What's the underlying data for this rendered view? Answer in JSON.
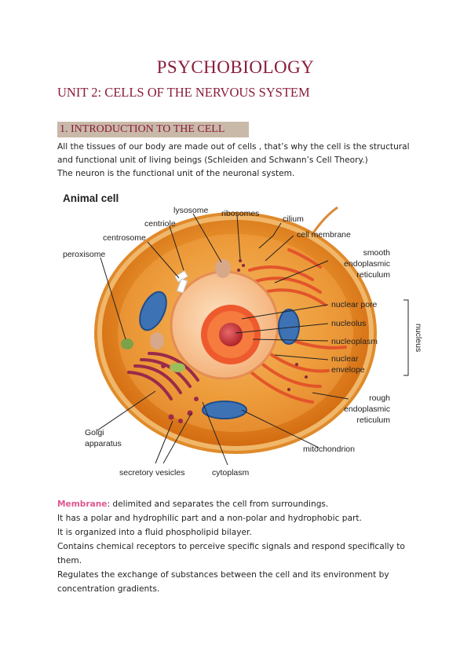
{
  "doc": {
    "title": "PSYCHOBIOLOGY",
    "unit": "UNIT 2: CELLS OF THE NERVOUS SYSTEM",
    "section": "1. INTRODUCTION TO THE CELL",
    "intro": [
      "All the tissues of our body are made out of cells , that’s why the cell is the structural",
      "and functional unit of living beings (Schleiden and Schwann’s Cell Theory.)",
      "The neuron is the functional unit of the neuronal system."
    ]
  },
  "figure": {
    "title": "Animal cell",
    "labels": {
      "lysosome": "lysosome",
      "ribosomes": "ribosomes",
      "cilium": "cilium",
      "centriole": "centriole",
      "cell_membrane": "cell membrane",
      "centrosome": "centrosome",
      "peroxisome": "peroxisome",
      "smooth1": "smooth",
      "smooth2": "endoplasmic",
      "smooth3": "reticulum",
      "nuclear_pore": "nuclear pore",
      "nucleolus": "nucleolus",
      "nucleoplasm": "nucleoplasm",
      "nuclear_envelope1": "nuclear",
      "nuclear_envelope2": "envelope",
      "nucleus": "nucleus",
      "rough1": "rough",
      "rough2": "endoplasmic",
      "rough3": "reticulum",
      "golgi1": "Golgi",
      "golgi2": "apparatus",
      "mitochondrion": "mitochondrion",
      "secretory_vesicles": "secretory vesicles",
      "cytoplasm": "cytoplasm"
    }
  },
  "membrane": {
    "term": "Membrane",
    "definition": ": delimited and separates the cell from surroundings.",
    "lines": [
      "It has a polar and hydrophilic part and a non-polar and hydrophobic part.",
      "It is organized into a fluid phospholipid bilayer.",
      "Contains chemical receptors to perceive specific signals and respond specifically to",
      "them.",
      "Regulates the exchange of substances between the cell and its environment by",
      "concentration gradients."
    ]
  }
}
